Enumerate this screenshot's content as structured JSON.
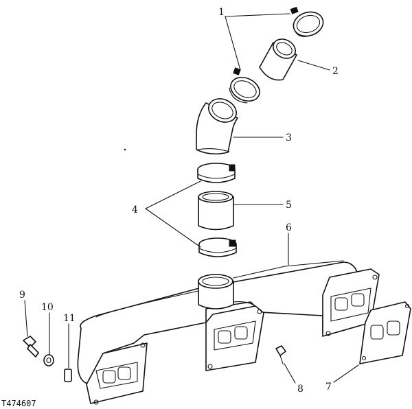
{
  "callouts": {
    "c1": "1",
    "c2": "2",
    "c3": "3",
    "c4": "4",
    "c5": "5",
    "c6": "6",
    "c7": "7",
    "c8": "8",
    "c9": "9",
    "c10": "10",
    "c11": "11"
  },
  "figure_code": "T474607",
  "parts": {
    "clamp_upper": "clamp",
    "hose_sleeve_upper": "sleeve",
    "elbow": "elbow",
    "clamp_middle": "clamp",
    "sleeve_middle": "sleeve",
    "clamp_lower": "clamp",
    "exhaust_manifold": "manifold",
    "gasket": "gasket",
    "cap_screw": "screw",
    "washer": "washer",
    "lock_plate": "plate",
    "plug": "plug"
  },
  "colors": {
    "ink": "#111111",
    "paper": "#ffffff"
  }
}
